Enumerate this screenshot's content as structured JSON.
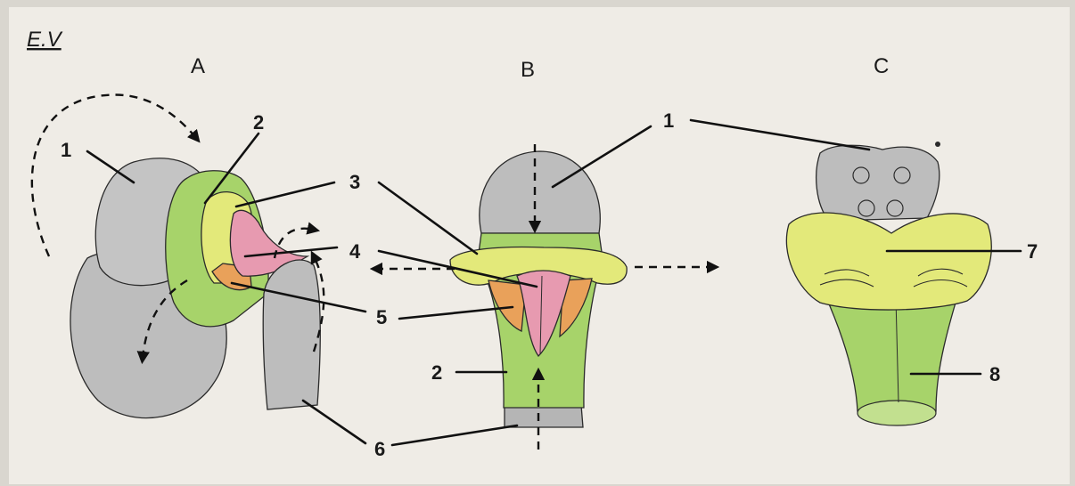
{
  "corner_tag": "E.V",
  "panels": {
    "a": "A",
    "b": "B",
    "c": "C"
  },
  "labels": {
    "n1": "1",
    "n2": "2",
    "n3": "3",
    "n4": "4",
    "n5": "5",
    "n6": "6",
    "n7": "7",
    "n8": "8"
  },
  "colors": {
    "paper": "#efece6",
    "gray": "#bdbdbd",
    "gray_dark": "#a9a9a9",
    "green": "#a7d36a",
    "green_dark": "#8fbf52",
    "yellow": "#e3e97a",
    "orange": "#e9a15a",
    "pink": "#e79ab0",
    "ink": "#111111"
  }
}
